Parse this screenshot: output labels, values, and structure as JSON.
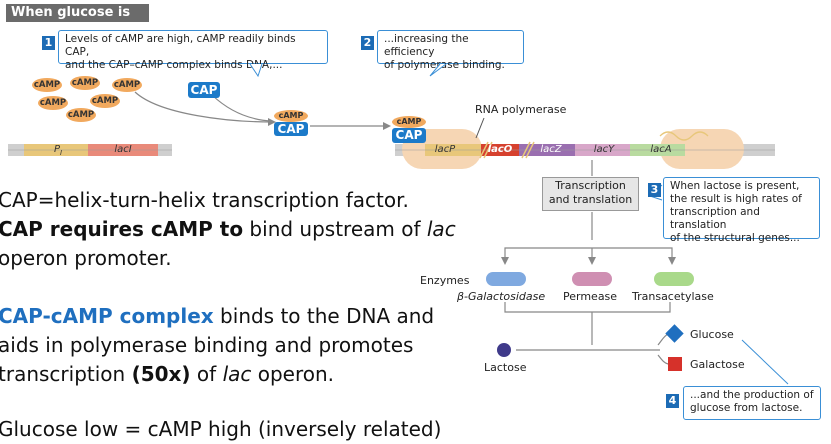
{
  "header": {
    "label": "When glucose is low"
  },
  "callouts": [
    {
      "num": "1",
      "line1": "Levels of cAMP are high, cAMP readily binds CAP,",
      "line2": "and the CAP–cAMP complex binds DNA,..."
    },
    {
      "num": "2",
      "line1": "...increasing the efficiency",
      "line2": "of polymerase binding."
    },
    {
      "num": "3",
      "line1": "When lactose is present,",
      "line2": "the result is high rates of",
      "line3": "transcription and translation",
      "line4": "of the structural genes..."
    },
    {
      "num": "4",
      "line1": "...and the production of",
      "line2": "glucose from lactose."
    }
  ],
  "molecules": {
    "camp": "cAMP",
    "cap": "CAP",
    "rna_polymerase": "RNA polymerase"
  },
  "genes": {
    "pi": "P",
    "pi_sub": "I",
    "laci": "lacI",
    "lacp": "lacP",
    "laco": "lacO",
    "lacz": "lacZ",
    "lacy": "lacY",
    "laca": "lacA"
  },
  "process": {
    "line1": "Transcription",
    "line2": "and translation"
  },
  "enzymes": {
    "title": "Enzymes",
    "galactosidase": "β-Galactosidase",
    "permease": "Permease",
    "transacetylase": "Transacetylase"
  },
  "products": {
    "lactose": "Lactose",
    "glucose": "Glucose",
    "galactose": "Galactose"
  },
  "body": {
    "p1_a": "CAP=helix-turn-helix transcription factor.",
    "p2_bold": "CAP requires cAMP to",
    "p2_rest": " bind upstream of ",
    "p2_italic": "lac",
    "p3": "operon promoter.",
    "p4_blue": "CAP-cAMP complex",
    "p4_rest": " binds to the DNA and",
    "p5": "aids in polymerase binding and promotes",
    "p6_a": "transcription ",
    "p6_bold": "(50x)",
    "p6_b": " of ",
    "p6_italic": "lac",
    "p6_c": " operon.",
    "p7": "Glucose low = cAMP high (inversely related)"
  },
  "colors": {
    "callout_border": "#3a8fd6",
    "cap_blue": "#1c7ac9",
    "camp_orange": "#f1a95e",
    "lacz_red": "#d6412e",
    "enzyme_blue": "#7fa9e0",
    "enzyme_pink": "#cf8fb2",
    "enzyme_green": "#a9d98a",
    "glucose_blue": "#1f6fbf",
    "galactose_red": "#d6312a",
    "lactose_purple": "#3f3a8a"
  }
}
